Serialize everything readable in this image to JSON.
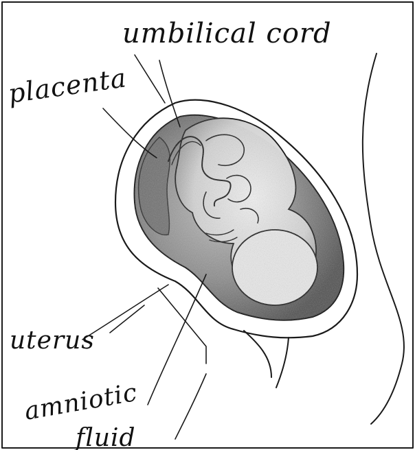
{
  "labels": {
    "umbilical_cord": "umbilical cord",
    "placenta": "placenta",
    "uterus": "uterus",
    "amniotic_line1": "amniotic",
    "amniotic_line2": "fluid"
  },
  "colors": {
    "ink": "#1a1a1a",
    "shade_dark": "#5a5a5a",
    "shade_mid": "#9a9a9a",
    "shade_light": "#d0d0d0",
    "paper": "#ffffff"
  }
}
